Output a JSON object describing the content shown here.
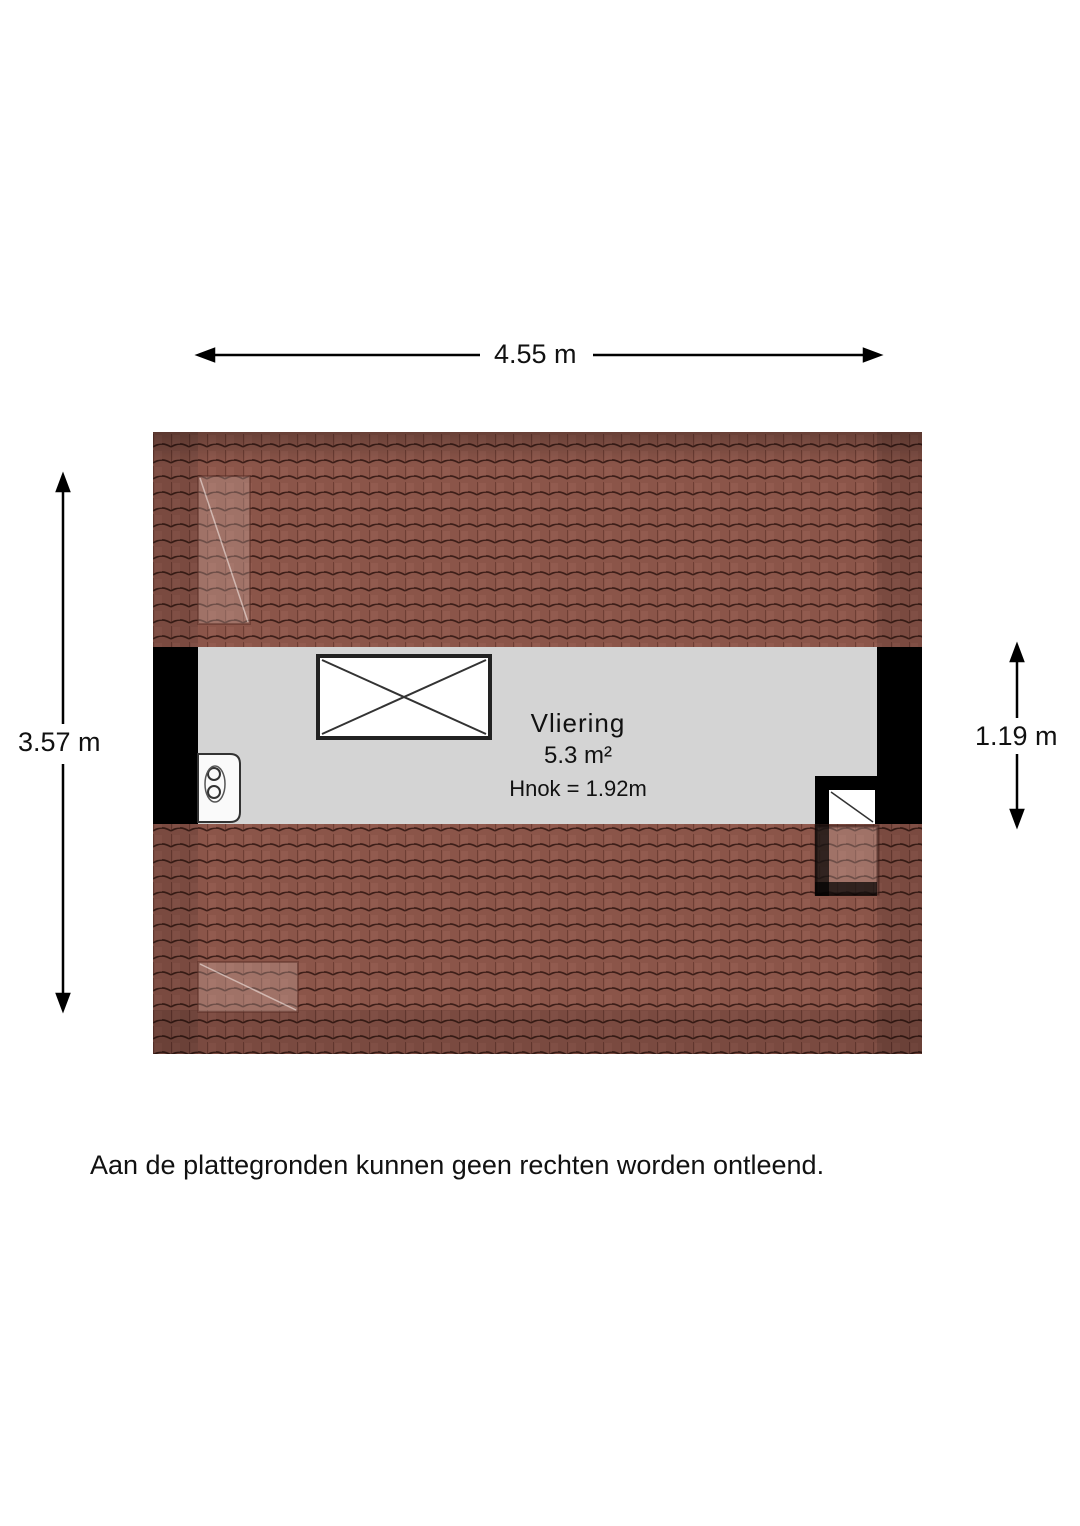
{
  "dimensions": {
    "width": "4.55 m",
    "height": "3.57 m",
    "room_depth": "1.19 m"
  },
  "room": {
    "name": "Vliering",
    "area": "5.3 m²",
    "ridge_height": "Hnok = 1.92m"
  },
  "disclaimer": "Aan de plattegronden kunnen geen rechten worden ontleend.",
  "colors": {
    "roof_tile": "#8a544a",
    "roof_tile_dark": "#6e3f36",
    "floor": "#d4d4d4",
    "wall": "#000000"
  },
  "icons": {
    "roof_hatch": "x-hatch-icon",
    "boiler": "boiler-icon"
  }
}
